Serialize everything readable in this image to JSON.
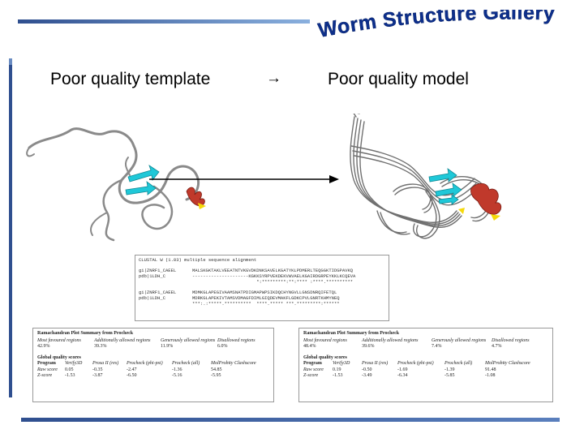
{
  "banner": {
    "title": "Worm Structure Gallery"
  },
  "labels": {
    "left": "Poor quality template",
    "arrow": "→",
    "right": "Poor quality model"
  },
  "alignment": {
    "header": "CLUSTAL W (1.83) multiple sequence alignment",
    "block1": [
      "gi|ZNRF1_CAEEL      MALSKGKTAKLVEEATNTVKGVDKDNKSAVELKGATYKLPDMERLTEQGGKTIDGPAVKQ",
      "pdb|1LDH_C          ---------------------KGKKSYRPVEKDEKVWVAELKGAIRDGRPEYKKLKCQEVA",
      "                                            *:*********:**:**** :****.**********"
    ],
    "block2": [
      "gi|ZNRF1_CAEEL      MDMKGLAPEGIVAAMSNATPDIGMAPWPSIKDQCHYNGVLLGNSDNRQIFETQL",
      "pdb|1LDH_C          MDRKGLAPEKIVTAMSVDMAGFDIMLGIQDEVMAKFLGDKCPVLGNRTKHMYNEQ",
      "                    ***:.:*****.**********  ****.***** ***.*********:******"
    ]
  },
  "summary_left": {
    "title": "Ramachandran Plot Summary from Procheck",
    "cols": [
      "Most favoured regions",
      "Additionally allowed regions",
      "Generously allowed regions",
      "Disallowed regions"
    ],
    "vals": [
      "42.9%",
      "39.3%",
      "11.9%",
      "6.0%"
    ],
    "global_title": "Global quality scores",
    "score_headers": [
      "Program",
      "Verify3D",
      "Prosa II (res)",
      "Procheck (phi-psi)",
      "Procheck (all)",
      "MolProbity Clashscore"
    ],
    "raw_label": "Raw score",
    "raw": [
      "0.05",
      "-0.35",
      "-2.47",
      "-1.36",
      "54.85"
    ],
    "z_label": "Z-score",
    "z": [
      "-1.53",
      "-3.87",
      "-6.50",
      "-5.16",
      "-5.95"
    ]
  },
  "summary_right": {
    "title": "Ramachandran Plot Summary from Procheck",
    "cols": [
      "Most favoured regions",
      "Additionally allowed regions",
      "Generously allowed regions",
      "Disallowed regions"
    ],
    "vals": [
      "48.4%",
      "39.6%",
      "7.4%",
      "4.7%"
    ],
    "global_title": "Global quality scores",
    "score_headers": [
      "Program",
      "Verify3D",
      "Prosa II (res)",
      "Procheck (phi-psi)",
      "Procheck (all)",
      "MolProbity Clashscore"
    ],
    "raw_label": "Raw score",
    "raw": [
      "0.19",
      "-0.50",
      "-1.69",
      "-1.39",
      "91.48"
    ],
    "z_label": "Z-score",
    "z": [
      "-1.53",
      "-3.49",
      "-6.34",
      "-5.85",
      "-1.08"
    ]
  },
  "colors": {
    "accent": "#2f4f8f",
    "banner_text": "#0d2f8c",
    "helix": "#c0392b",
    "strand": "#1fc8d8",
    "turn": "#f5d90a",
    "coil": "#8a8a8a"
  },
  "icons": {
    "arrow": "right-arrow-icon"
  }
}
